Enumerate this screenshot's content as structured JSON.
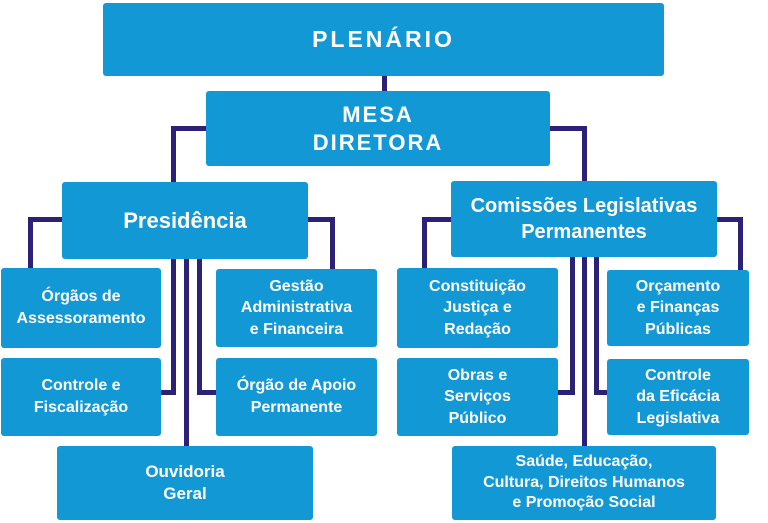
{
  "colors": {
    "box_fill": "#1398D6",
    "connector": "#2B2176",
    "text": "#FFFFFF",
    "canvas_background": "#FFFFFF"
  },
  "nodes": {
    "plenario": {
      "label": "PLENÁRIO"
    },
    "mesa_diretora": {
      "label": "MESA\nDIRETORA"
    },
    "presidencia": {
      "label": "Presidência"
    },
    "comissoes_legislativas": {
      "label": "Comissões Legislativas\nPermanentes"
    },
    "orgaos_assessoramento": {
      "label": "Órgãos de\nAssessoramento"
    },
    "gestao_administrativa": {
      "label": "Gestão\nAdministrativa\ne Financeira"
    },
    "controle_fiscalizacao": {
      "label": "Controle e\nFiscalização"
    },
    "orgao_apoio_permanente": {
      "label": "Órgão de Apoio\nPermanente"
    },
    "ouvidoria_geral": {
      "label": "Ouvidoria\nGeral"
    },
    "constituicao_justica_redacao": {
      "label": "Constituição\nJustiça e\nRedação"
    },
    "obras_servicos_publico": {
      "label": "Obras e\nServiços\nPúblico"
    },
    "orcamento_financas_publicas": {
      "label": "Orçamento\ne Finanças\nPúblicas"
    },
    "controle_eficacia_legislativa": {
      "label": "Controle\nda Eficácia\nLegislativa"
    },
    "saude_educacao_cultura": {
      "label": "Saúde, Educação,\nCultura, Direitos Humanos\ne Promoção Social"
    }
  },
  "hierarchy": {
    "PLENÁRIO": [
      "MESA DIRETORA"
    ],
    "MESA DIRETORA": [
      "Presidência",
      "Comissões Legislativas Permanentes"
    ],
    "Presidência": [
      "Órgãos de Assessoramento",
      "Gestão Administrativa e Financeira",
      "Controle e Fiscalização",
      "Órgão de Apoio Permanente",
      "Ouvidoria Geral"
    ],
    "Comissões Legislativas Permanentes": [
      "Constituição Justiça e Redação",
      "Obras e Serviços Público",
      "Orçamento e Finanças Públicas",
      "Controle da Eficácia Legislativa",
      "Saúde, Educação, Cultura, Direitos Humanos e Promoção Social"
    ]
  }
}
